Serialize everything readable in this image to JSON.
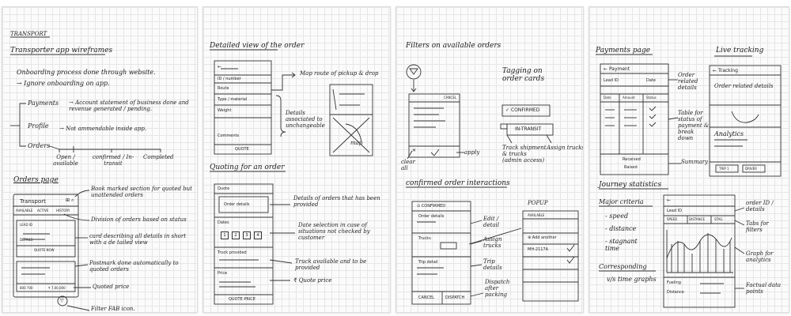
{
  "sheet1": {
    "header": "TRANSPORT",
    "title": "Transporter app wireframes",
    "line1": "Onboarding process done through website.",
    "line2": "→ Ignore onboarding on app.",
    "tree_payments": "Payments",
    "tree_payments_desc": "→ Account statement of business done and revenue generated / pending.",
    "tree_profile": "Profile",
    "tree_profile_desc": "→ Not ammendable inside app.",
    "tree_orders": "Orders",
    "leaf_open": "Open / available",
    "leaf_confirmed": "confirmed / In-transit",
    "leaf_completed": "Completed",
    "orders_page": "Orders page",
    "phone_title": "Transport",
    "tab_available": "AVAILABLE",
    "tab_active": "ACTIVE",
    "tab_history": "HISTORY",
    "card_lead": "LEAD ID",
    "card_details": "DETAILS",
    "quote_now": "QUOTE NOW",
    "bottom_stat1": "800 700",
    "bottom_stat2": "₹ 7,00,000",
    "note_bookmarked": "Book marked section for quoted but unattended orders",
    "note_division": "Division of orders based on status",
    "note_card": "card describing all details in short with a de tailed view",
    "note_postmark": "Postmark done automatically to quoted orders",
    "note_quoted": "Quoted price",
    "note_filter": "Filter FAB icon."
  },
  "sheet2": {
    "title": "Detailed view of the order",
    "row_id": "ID / number",
    "row_route": "Route",
    "row_type": "Type / material",
    "row_weight": "Weight",
    "row_comments": "Comments",
    "quote_btn": "QUOTE",
    "note_map": "Map route of pickup & drop",
    "note_details": "Details associated to unchangeable",
    "map_label": "map",
    "quoting_title": "Quoting for an order",
    "q_header": "Quote",
    "q_order_details": "Order details",
    "q_dates": "Dates",
    "q_dates_boxes": [
      "1",
      "2",
      "3",
      "4"
    ],
    "q_truck": "Truck provided",
    "q_price": "Price",
    "q_btn": "QUOTE PRICE",
    "note_order_details": "Details of orders that has been provided",
    "note_date": "Date selection in case of situations not checked by customer",
    "note_truck": "Truck available and to be provided",
    "note_quote": "₹ Quote price"
  },
  "sheet3": {
    "title": "Filters on available orders",
    "filter_cancel": "CANCEL",
    "apply": "apply",
    "clear_all": "clear all",
    "tagging_title": "Tagging on order cards",
    "tag_confirmed": "CONFIRMED",
    "tag_intransit": "IN-TRANSIT",
    "note_track": "Track shipment & trucks (admin access)",
    "note_assign": "Assign trucks",
    "confirmed_title": "confirmed order interactions",
    "c_header": "CONFIRMED",
    "c_order_details": "Order details",
    "c_trucks": "Trucks",
    "c_trip": "Trip detail",
    "c_cancel": "CANCEL",
    "c_dispatch": "DISPATCH",
    "note_edit": "Edit / detail",
    "note_assign_trucks": "Assign trucks",
    "note_trip": "Trip details",
    "note_dispatch": "Dispatch after packing",
    "popup_label": "POPUP",
    "popup_available": "AVAILABLE",
    "popup_add": "Add another",
    "popup_plate": "MH-2117A"
  },
  "sheet4": {
    "payments_title": "Payments page",
    "p_header": "Payment",
    "p_lead": "Lead ID",
    "p_date": "Date",
    "p_cols": [
      "Date",
      "Amount",
      "Status"
    ],
    "p_received": "Received",
    "p_raised": "Raised",
    "note_order_related": "Order related details",
    "note_table": "Table for status of payment & break down",
    "note_summary": "Summary",
    "live_title": "Live tracking",
    "l_header": "Tracking",
    "l_order_related": "Order related details",
    "l_analytics": "Analytics",
    "l_btn1": "TRIP 1",
    "l_btn2": "DRIVER",
    "journey_title": "Journey statistics",
    "major_criteria": "Major criteria",
    "crit_speed": "- speed",
    "crit_distance": "- distance",
    "crit_stagnant": "- stagnant time",
    "corresponding": "Corresponding",
    "vs_time": "v/s time graphs",
    "j_lead": "Lead ID",
    "j_tabs": [
      "SPEED",
      "DISTANCE",
      "STAG"
    ],
    "j_fuel": "Fueling",
    "j_distance": "Distance",
    "note_order_id": "order ID / details",
    "note_tabs": "Tabs for filters",
    "note_graph": "Graph for analytics",
    "note_factual": "Factual data points"
  }
}
